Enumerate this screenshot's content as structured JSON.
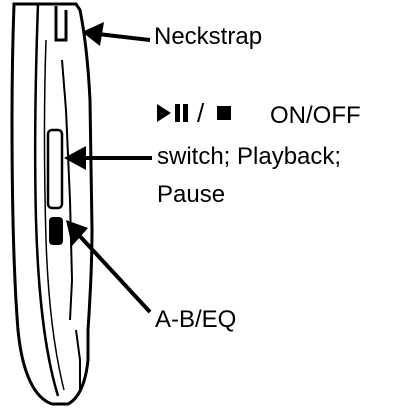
{
  "labels": {
    "neckstrap": "Neckstrap",
    "onoff": "ON/OFF",
    "switch_line": "switch; Playback;",
    "pause": "Pause",
    "ab_eq": "A-B/EQ"
  },
  "play_pause_stop_separator": "/",
  "icons": [
    "play-pause-icon",
    "stop-icon"
  ],
  "colors": {
    "ink": "#000000",
    "background": "#ffffff"
  }
}
